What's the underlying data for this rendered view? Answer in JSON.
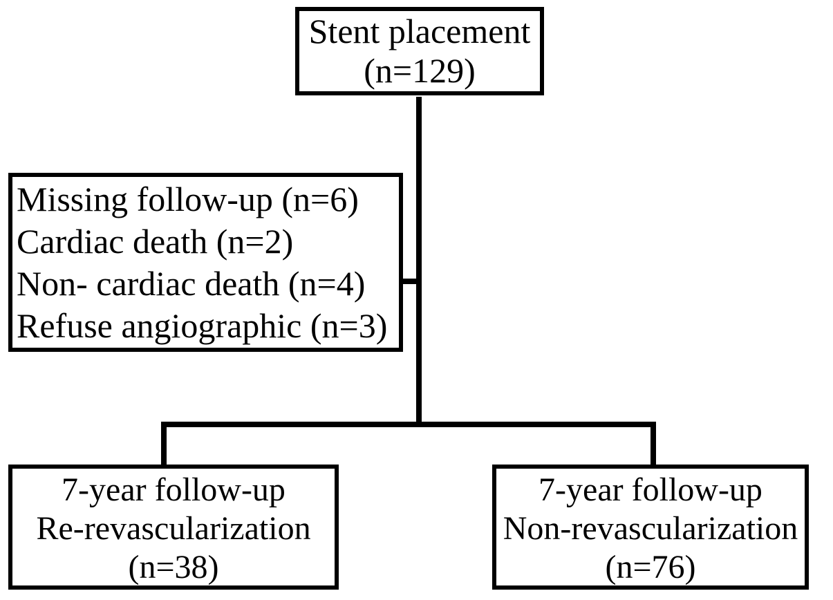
{
  "diagram_type": "flowchart",
  "colors": {
    "line": "#000000",
    "text": "#000000",
    "background": "#ffffff"
  },
  "nodes": {
    "stent_placement": {
      "lines": [
        "Stent placement",
        "(n=129)"
      ]
    },
    "exclusions": {
      "lines": [
        "Missing follow-up (n=6)",
        "Cardiac death (n=2)",
        "Non- cardiac death (n=4)",
        "Refuse angiographic (n=3)"
      ]
    },
    "re_revascularization": {
      "lines": [
        "7-year follow-up",
        "Re-revascularization",
        "(n=38)"
      ]
    },
    "non_revascularization": {
      "lines": [
        "7-year follow-up",
        "Non-revascularization",
        "(n=76)"
      ]
    }
  }
}
